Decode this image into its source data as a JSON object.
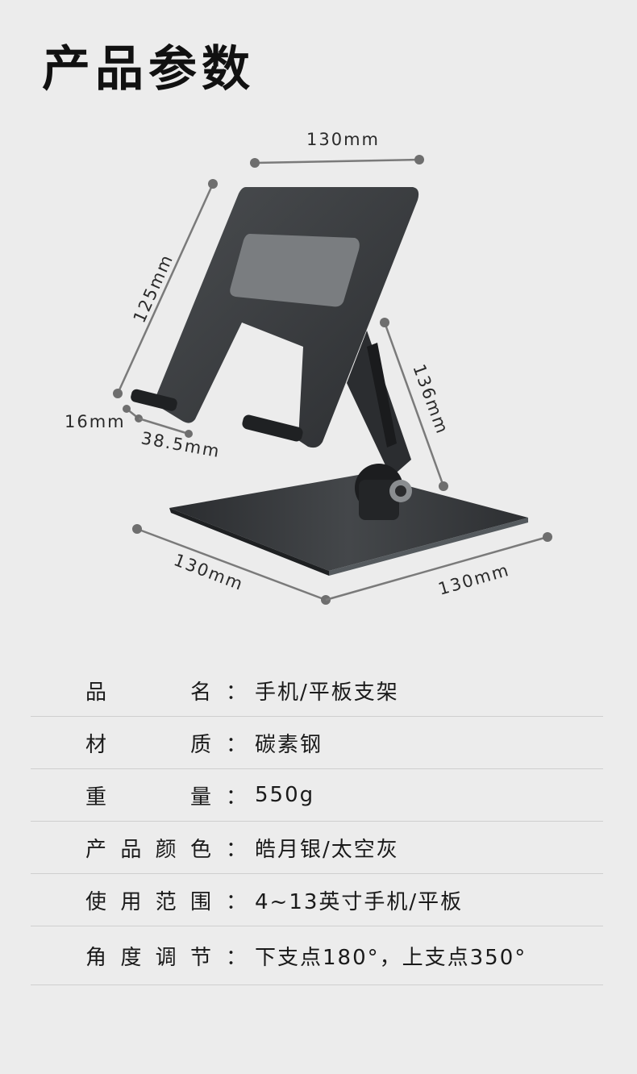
{
  "title": "产品参数",
  "dimensions": {
    "top_width": "130mm",
    "height": "125mm",
    "arm": "136mm",
    "lip": "16mm",
    "hook": "38.5mm",
    "base_left": "130mm",
    "base_right": "130mm"
  },
  "specs": [
    {
      "label": [
        "品",
        "名"
      ],
      "value": "手机/平板支架"
    },
    {
      "label": [
        "材",
        "质"
      ],
      "value": "碳素钢"
    },
    {
      "label": [
        "重",
        "量"
      ],
      "value": "550g"
    },
    {
      "label": [
        "产",
        "品",
        "颜",
        "色"
      ],
      "value": "皓月银/太空灰"
    },
    {
      "label": [
        "使",
        "用",
        "范",
        "围"
      ],
      "value": "4~13英寸手机/平板"
    },
    {
      "label": [
        "角",
        "度",
        "调",
        "节"
      ],
      "value": "下支点180°，上支点350°"
    }
  ],
  "separator": "：",
  "colors": {
    "background": "#ececec",
    "metal": "#3a3d40",
    "dimension_line": "#7a7a7a"
  }
}
